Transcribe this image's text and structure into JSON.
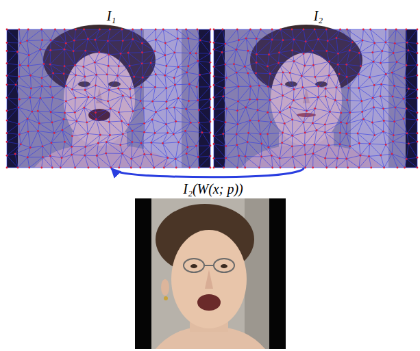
{
  "diagram": {
    "nodes": [
      {
        "text": [
          "I₁"
        ]
      },
      {
        "text": [
          "I₂"
        ]
      },
      {
        "text": [
          "I₂(W(x; p))"
        ]
      }
    ],
    "edges": [
      {
        "from": 1,
        "to": 0,
        "arrow": "to"
      }
    ]
  }
}
